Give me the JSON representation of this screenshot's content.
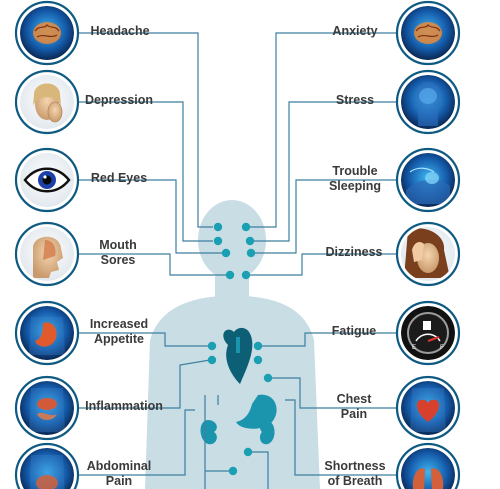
{
  "symptoms_left": [
    {
      "label": "Headache",
      "icon": "brain-icon"
    },
    {
      "label": "Depression",
      "icon": "sad-face-icon"
    },
    {
      "label": "Red Eyes",
      "icon": "eye-icon"
    },
    {
      "label": "Mouth\nSores",
      "icon": "mouth-icon"
    },
    {
      "label": "Increased\nAppetite",
      "icon": "stomach-icon"
    },
    {
      "label": "Inflammation",
      "icon": "organs-icon"
    },
    {
      "label": "Abdominal\nPain",
      "icon": "abdomen-icon"
    }
  ],
  "symptoms_right": [
    {
      "label": "Anxiety",
      "icon": "brain-icon"
    },
    {
      "label": "Stress",
      "icon": "head-scan-icon"
    },
    {
      "label": "Trouble\nSleeping",
      "icon": "sleeping-icon"
    },
    {
      "label": "Dizziness",
      "icon": "headache-face-icon"
    },
    {
      "label": "Fatigue",
      "icon": "fuel-gauge-icon"
    },
    {
      "label": "Chest\nPain",
      "icon": "heart-icon"
    },
    {
      "label": "Shortness\nof Breath",
      "icon": "lungs-icon"
    }
  ],
  "colors": {
    "line": "#3d7fa0",
    "dot": "#1a9fb3",
    "body": "#c9dde5",
    "organ": "#1b95ad",
    "organ_dark": "#0d5f75",
    "ring": "#0e5a82",
    "icon_bg_dark": "#0b2a4a",
    "icon_bg_light": "#e9eef2"
  }
}
